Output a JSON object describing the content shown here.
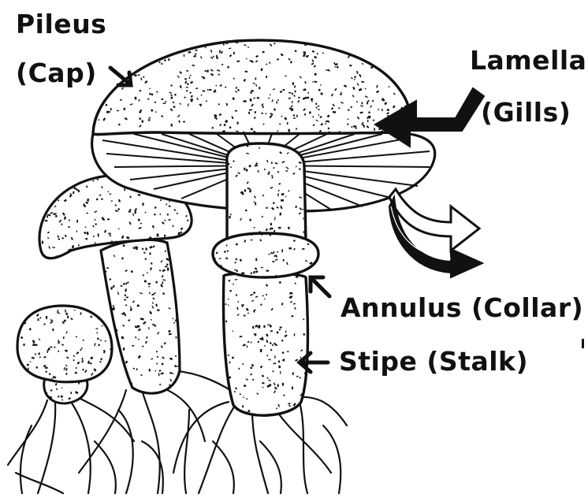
{
  "labels": {
    "pileus": "Pileus",
    "cap": "(Cap)",
    "lamella": "Lamella",
    "gills": "(Gills)",
    "annulus": "Annulus (Collar)",
    "stipe": "Stipe (Stalk)"
  },
  "colors": {
    "ink": "#111111",
    "background": "#ffffff",
    "fill": "#ffffff"
  }
}
